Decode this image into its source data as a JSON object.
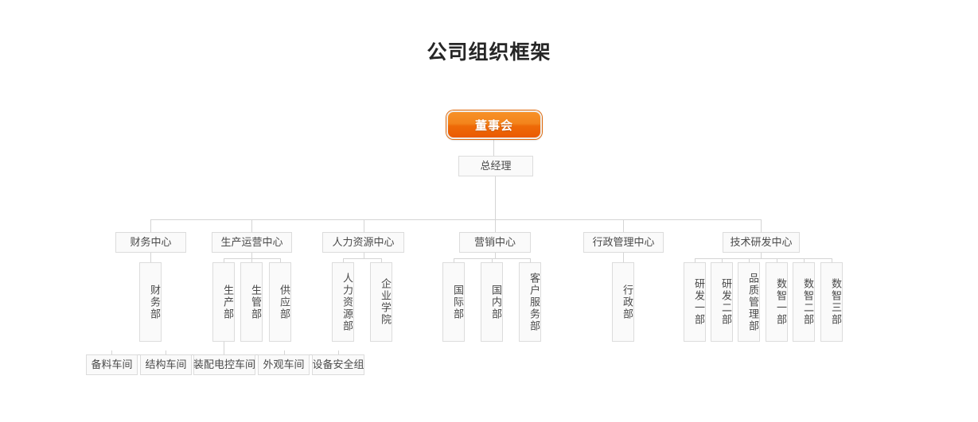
{
  "page": {
    "title": "公司组织框架",
    "background_color": "#ffffff",
    "accent_color": "#ee6a08",
    "node_border_color": "#dcdcdc",
    "node_fill_color": "#fafafa",
    "connector_color": "#d4d4d4"
  },
  "chart_data": {
    "type": "diagram",
    "diagram_type": "org-chart",
    "title": "公司组织框架",
    "root": {
      "label": "董事会",
      "style": "highlight-orange",
      "children": [
        {
          "label": "总经理",
          "children": [
            {
              "label": "财务中心",
              "children": [
                {
                  "label": "财务部",
                  "orientation": "vertical"
                }
              ]
            },
            {
              "label": "生产运营中心",
              "children": [
                {
                  "label": "生产部",
                  "orientation": "vertical",
                  "children": [
                    {
                      "label": "备料车间"
                    },
                    {
                      "label": "结构车间"
                    },
                    {
                      "label": "装配电控车间"
                    },
                    {
                      "label": "外观车间"
                    },
                    {
                      "label": "设备安全组"
                    }
                  ]
                },
                {
                  "label": "生管部",
                  "orientation": "vertical"
                },
                {
                  "label": "供应部",
                  "orientation": "vertical"
                }
              ]
            },
            {
              "label": "人力资源中心",
              "children": [
                {
                  "label": "人力资源部",
                  "orientation": "vertical"
                },
                {
                  "label": "企业学院",
                  "orientation": "vertical"
                }
              ]
            },
            {
              "label": "营销中心",
              "children": [
                {
                  "label": "国际部",
                  "orientation": "vertical"
                },
                {
                  "label": "国内部",
                  "orientation": "vertical"
                },
                {
                  "label": "客户服务部",
                  "orientation": "vertical"
                }
              ]
            },
            {
              "label": "行政管理中心",
              "children": [
                {
                  "label": "行政部",
                  "orientation": "vertical"
                }
              ]
            },
            {
              "label": "技术研发中心",
              "children": [
                {
                  "label": "研发一部",
                  "orientation": "vertical"
                },
                {
                  "label": "研发二部",
                  "orientation": "vertical"
                },
                {
                  "label": "品质管理部",
                  "orientation": "vertical"
                },
                {
                  "label": "数智一部",
                  "orientation": "vertical"
                },
                {
                  "label": "数智二部",
                  "orientation": "vertical"
                },
                {
                  "label": "数智三部",
                  "orientation": "vertical"
                }
              ]
            }
          ]
        }
      ]
    }
  },
  "nodes": {
    "root": "董事会",
    "gm": "总经理",
    "centers": {
      "finance": "财务中心",
      "production": "生产运营中心",
      "hr": "人力资源中心",
      "marketing": "营销中心",
      "admin": "行政管理中心",
      "rd": "技术研发中心"
    },
    "departments": {
      "finance_dept": "财务部",
      "production_dept": "生产部",
      "production_mgmt_dept": "生管部",
      "supply_dept": "供应部",
      "hr_dept": "人力资源部",
      "corporate_academy": "企业学院",
      "international_dept": "国际部",
      "domestic_dept": "国内部",
      "customer_service_dept": "客户服务部",
      "admin_dept": "行政部",
      "rd_dept_1": "研发一部",
      "rd_dept_2": "研发二部",
      "quality_mgmt_dept": "品质管理部",
      "digital_dept_1": "数智一部",
      "digital_dept_2": "数智二部",
      "digital_dept_3": "数智三部"
    },
    "workshops": {
      "material_prep": "备料车间",
      "structure": "结构车间",
      "assembly_control": "装配电控车间",
      "appearance": "外观车间",
      "equipment_safety": "设备安全组"
    }
  }
}
